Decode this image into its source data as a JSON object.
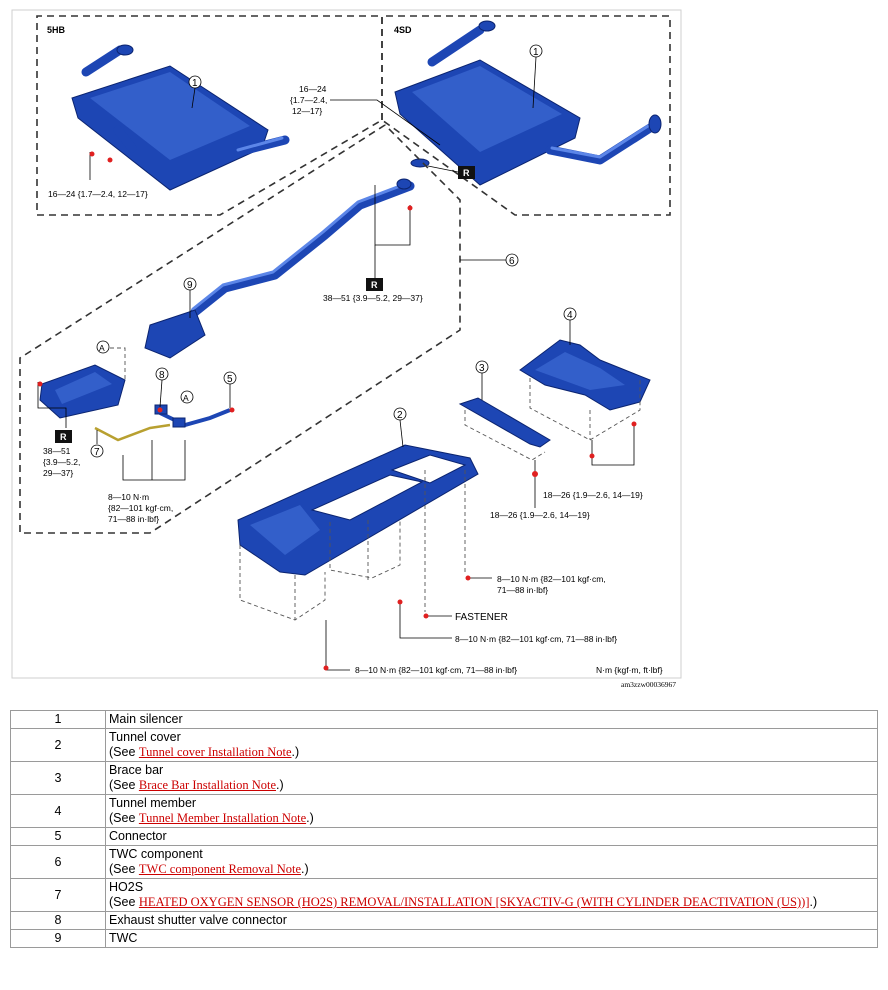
{
  "diagram": {
    "variant_labels": {
      "hatchback": "5HB",
      "sedan": "4SD"
    },
    "callouts": [
      "1",
      "1",
      "2",
      "3",
      "4",
      "5",
      "6",
      "7",
      "8",
      "9"
    ],
    "sub_callouts": [
      "A",
      "A"
    ],
    "reusable_marks": [
      "R",
      "R",
      "R"
    ],
    "torque_specs": {
      "hb_silencer": "16—24 {1.7—2.4, 12—17}",
      "sd_silencer_line1": "16—24",
      "sd_silencer_line2": "{1.7—2.4,",
      "sd_silencer_line3": "12—17}",
      "twc_joint": "38—51 {3.9—5.2, 29—37}",
      "twc_left_line1": "38—51",
      "twc_left_line2": "{3.9—5.2,",
      "twc_left_line3": "29—37}",
      "ho2s_line1": "8—10 N·m",
      "ho2s_line2": "{82—101 kgf·cm,",
      "ho2s_line3": "71—88 in·lbf}",
      "tunnel_member": "18—26 {1.9—2.6, 14—19}",
      "brace_bar": "18—26 {1.9—2.6, 14—19}",
      "tunnel_cover_right_line1": "8—10 N·m {82—101 kgf·cm,",
      "tunnel_cover_right_line2": "71—88 in·lbf}",
      "tunnel_cover_mid": "8—10 N·m {82—101 kgf·cm, 71—88 in·lbf}",
      "tunnel_cover_bottom": "8—10 N·m {82—101 kgf·cm, 71—88 in·lbf}"
    },
    "fastener_label": "FASTENER",
    "unit_legend": "N·m {kgf·m, ft·lbf}",
    "image_id": "am3zzw00036967"
  },
  "parts_table": {
    "see_prefix": "(See ",
    "see_suffix": ".)",
    "rows": [
      {
        "num": "1",
        "name": "Main silencer"
      },
      {
        "num": "2",
        "name": "Tunnel cover",
        "link": "Tunnel cover Installation Note"
      },
      {
        "num": "3",
        "name": "Brace bar",
        "link": "Brace Bar Installation Note"
      },
      {
        "num": "4",
        "name": "Tunnel member",
        "link": "Tunnel Member Installation Note"
      },
      {
        "num": "5",
        "name": "Connector"
      },
      {
        "num": "6",
        "name": "TWC component",
        "link": "TWC component Removal Note"
      },
      {
        "num": "7",
        "name": "HO2S",
        "link": "HEATED OXYGEN SENSOR (HO2S) REMOVAL/INSTALLATION [SKYACTIV-G (WITH CYLINDER DEACTIVATION (US))]"
      },
      {
        "num": "8",
        "name": "Exhaust shutter valve connector"
      },
      {
        "num": "9",
        "name": "TWC"
      }
    ]
  }
}
